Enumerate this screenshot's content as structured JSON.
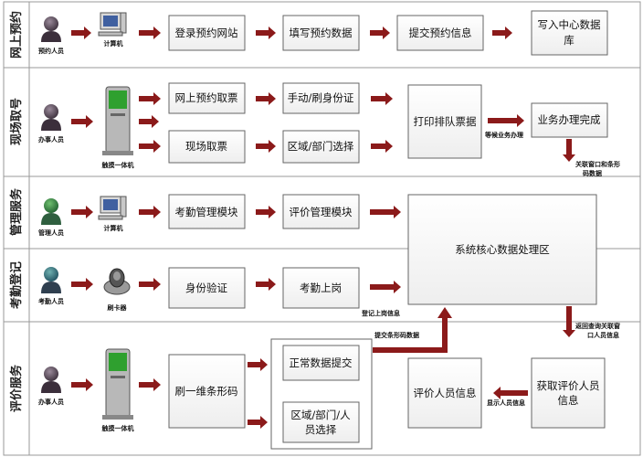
{
  "lanes": [
    "网上预约",
    "现场取号",
    "管理服务",
    "考勤登记",
    "评价服务"
  ],
  "roles": {
    "booker": "预约人员",
    "clerk1": "办事人员",
    "manager": "管理人员",
    "attendee": "考勤人员",
    "clerk2": "办事人员"
  },
  "devices": {
    "computer1": "计算机",
    "kiosk1": "触摸一体机",
    "computer2": "计算机",
    "card_reader": "刷卡器",
    "kiosk2": "触摸一体机"
  },
  "boxes": {
    "login": "登录预约网站",
    "fill": "填写预约数据",
    "submit": "提交预约信息",
    "write_db_1": "写入中心数据",
    "write_db_2": "库",
    "online_ticket": "网上预约取票",
    "manual_id": "手动/刷身份证",
    "onsite_ticket": "现场取票",
    "area_select": "区域/部门选择",
    "print_queue": "打印排队票据",
    "business_done": "业务办理完成",
    "attendance_module": "考勤管理模块",
    "evaluation_module": "评价管理模块",
    "core": "系统核心数据处理区",
    "id_verify": "身份验证",
    "on_duty": "考勤上岗",
    "scan_barcode": "刷一维条形码",
    "normal_submit": "正常数据提交",
    "area_person_1": "区域/部门/人",
    "area_person_2": "员选择",
    "evaluator_info": "评价人员信息",
    "fetch_eval_1": "获取评价人员",
    "fetch_eval_2": "信息"
  },
  "notes": {
    "wait_business": "等候业务办理",
    "link_window_1": "关联窗口和条形",
    "link_window_2": "码数据",
    "attendance_info": "登记上岗信息",
    "submit_barcode": "提交条形码数据",
    "return_query_1": "返回查询关联窗",
    "return_query_2": "口人员信息",
    "show_person": "显示人员信息"
  },
  "colors": {
    "arrow": "#8b1a1a",
    "box_border": "#666666",
    "lane_line": "#999999"
  }
}
